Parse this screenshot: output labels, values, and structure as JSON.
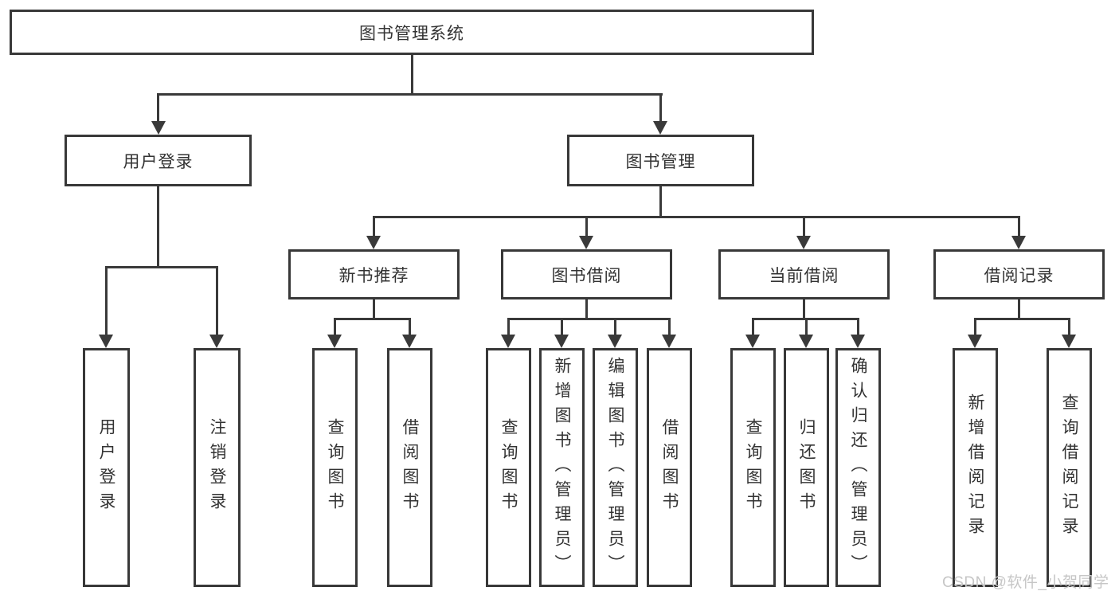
{
  "tree": {
    "label": "图书管理系统",
    "children": [
      {
        "label": "用户登录",
        "children": [
          {
            "label": "用户登录"
          },
          {
            "label": "注销登录"
          }
        ]
      },
      {
        "label": "图书管理",
        "children": [
          {
            "label": "新书推荐",
            "children": [
              {
                "label": "查询图书"
              },
              {
                "label": "借阅图书"
              }
            ]
          },
          {
            "label": "图书借阅",
            "children": [
              {
                "label": "查询图书"
              },
              {
                "label": "新增图书（管理员）"
              },
              {
                "label": "编辑图书（管理员）"
              },
              {
                "label": "借阅图书"
              }
            ]
          },
          {
            "label": "当前借阅",
            "children": [
              {
                "label": "查询图书"
              },
              {
                "label": "归还图书"
              },
              {
                "label": "确认归还（管理员）"
              }
            ]
          },
          {
            "label": "借阅记录",
            "children": [
              {
                "label": "新增借阅记录"
              },
              {
                "label": "查询借阅记录"
              }
            ]
          }
        ]
      }
    ]
  },
  "watermark": "CSDN @软件_小贺同学",
  "colors": {
    "line": "#3a3a3a",
    "box_border": "#383838",
    "text": "#333333",
    "background": "#ffffff",
    "watermark": "#c6c6c6"
  }
}
